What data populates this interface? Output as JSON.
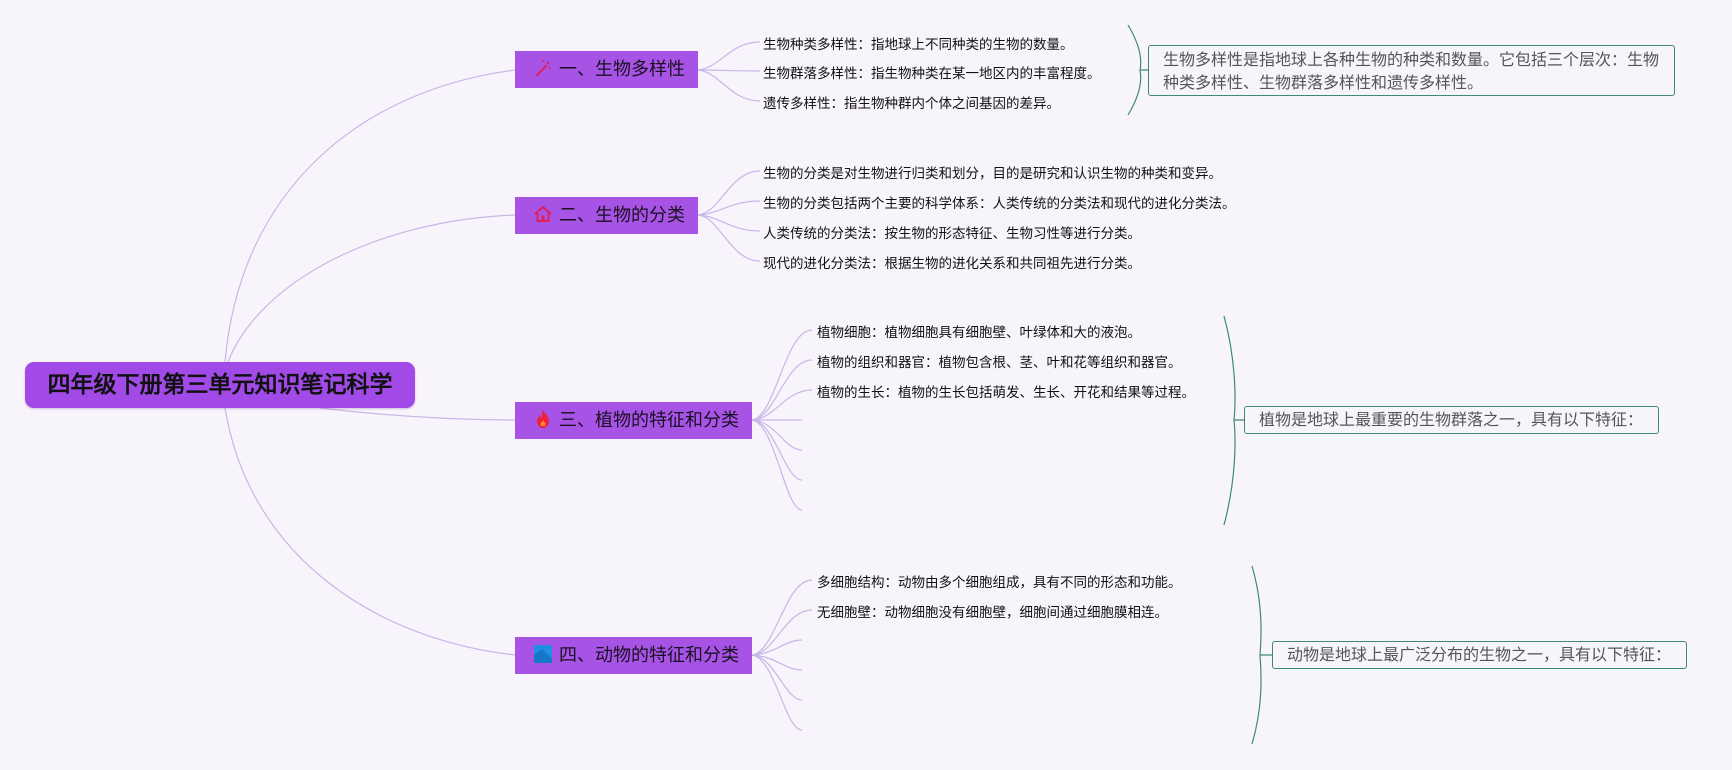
{
  "root": {
    "title": "四年级下册第三单元知识笔记科学"
  },
  "branches": [
    {
      "label": "一、生物多样性",
      "icon": "wand-sparkle-icon",
      "leaves": [
        "生物种类多样性：指地球上不同种类的生物的数量。",
        "生物群落多样性：指生物种类在某一地区内的丰富程度。",
        "遗传多样性：指生物种群内个体之间基因的差异。"
      ],
      "summary": "生物多样性是指地球上各种生物的种类和数量。它包括三个层次：生物种类多样性、生物群落多样性和遗传多样性。"
    },
    {
      "label": "二、生物的分类",
      "icon": "home-icon",
      "leaves": [
        "生物的分类是对生物进行归类和划分，目的是研究和认识生物的种类和变异。",
        "生物的分类包括两个主要的科学体系：人类传统的分类法和现代的进化分类法。",
        "人类传统的分类法：按生物的形态特征、生物习性等进行分类。",
        "现代的进化分类法：根据生物的进化关系和共同祖先进行分类。"
      ]
    },
    {
      "label": "三、植物的特征和分类",
      "icon": "fire-icon",
      "leaves": [
        "植物细胞：植物细胞具有细胞壁、叶绿体和大的液泡。",
        "植物的组织和器官：植物包含根、茎、叶和花等组织和器官。",
        "植物的生长：植物的生长包括萌发、生长、开花和结果等过程。"
      ],
      "summary": "植物是地球上最重要的生物群落之一，具有以下特征："
    },
    {
      "label": "四、动物的特征和分类",
      "icon": "blue-square-icon",
      "leaves": [
        "多细胞结构：动物由多个细胞组成，具有不同的形态和功能。",
        "无细胞壁：动物细胞没有细胞壁，细胞间通过细胞膜相连。"
      ],
      "summary": "动物是地球上最广泛分布的生物之一，具有以下特征："
    }
  ],
  "colors": {
    "background": "#f8f4fb",
    "node": "#a653e6",
    "root": "#a24ae8",
    "connector": "#c9b6e6",
    "bracket": "#3f8a6e"
  }
}
